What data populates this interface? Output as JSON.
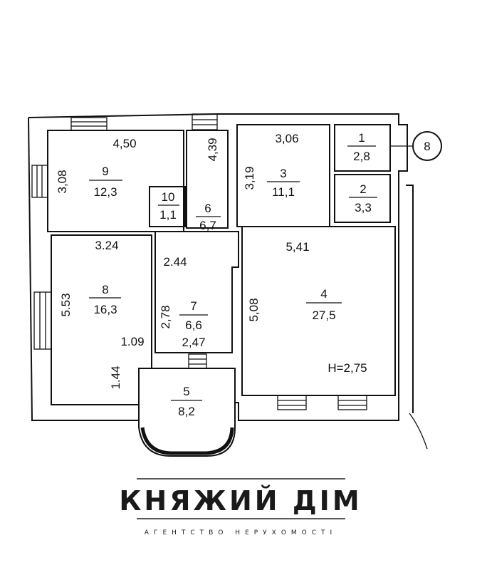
{
  "watermark": {
    "brand": "КНЯЖИЙ ДІМ",
    "subtitle": "АГЕНТСТВО НЕРУХОМОСТІ"
  },
  "apartment_marker": "8",
  "ceiling_height": "H=2,75",
  "rooms": [
    {
      "number": "1",
      "area": "2,8"
    },
    {
      "number": "2",
      "area": "3,3"
    },
    {
      "number": "3",
      "area": "11,1"
    },
    {
      "number": "4",
      "area": "27,5"
    },
    {
      "number": "5",
      "area": "8,2"
    },
    {
      "number": "6",
      "area": "6,7"
    },
    {
      "number": "7",
      "area": "6,6"
    },
    {
      "number": "8",
      "area": "16,3"
    },
    {
      "number": "9",
      "area": "12,3"
    },
    {
      "number": "10",
      "area": "1,1"
    }
  ],
  "dimensions": {
    "r9_width": "4,50",
    "r9_height": "3,08",
    "r6_height": "4,39",
    "r3_width": "3,06",
    "r3_height": "3,19",
    "r8_width": "3.24",
    "r8_height": "5.53",
    "r8_notch_w": "1.09",
    "r8_notch_h": "1.44",
    "corridor_width": "2.44",
    "r7_height": "2,78",
    "r7_width": "2,47",
    "r4_width": "5,41",
    "r4_height": "5,08"
  }
}
